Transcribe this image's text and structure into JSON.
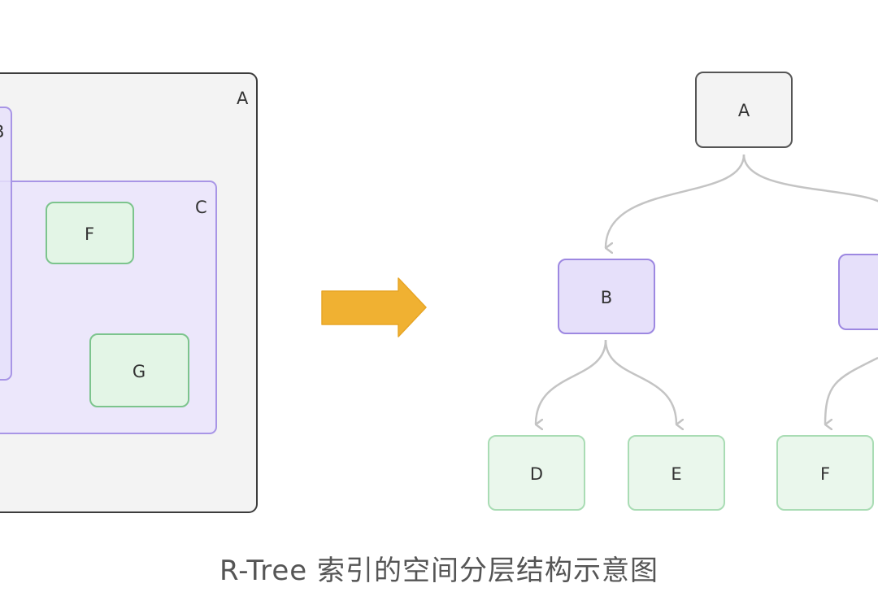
{
  "spatial": {
    "a_label": "A",
    "b_label": "B",
    "c_label": "C",
    "f_label": "F",
    "g_label": "G"
  },
  "tree": {
    "root_label": "A",
    "b_label": "B",
    "d_label": "D",
    "e_label": "E",
    "f_label": "F"
  },
  "caption": "R-Tree 索引的空间分层结构示意图",
  "colors": {
    "root_fill": "#f3f3f3",
    "root_stroke": "#555555",
    "internal_fill": "#ebe6fb",
    "internal_stroke": "#a895e6",
    "leaf_fill": "#e3f5e6",
    "leaf_stroke": "#86c996",
    "arrow": "#f0b132",
    "connector": "#c4c4c4"
  }
}
